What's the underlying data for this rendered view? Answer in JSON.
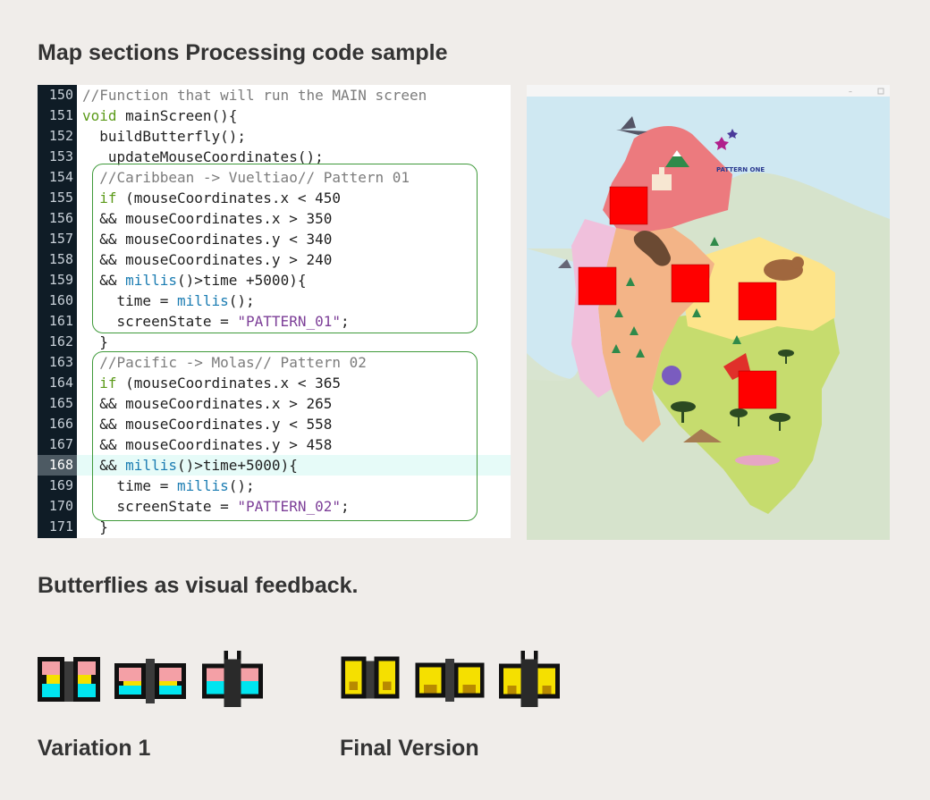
{
  "headings": {
    "code_section": "Map sections Processing code sample",
    "feedback_section": "Butterflies as visual feedback."
  },
  "code": {
    "lines": [
      {
        "n": "150",
        "parts": [
          [
            "cm",
            "//Function that will run the MAIN screen"
          ]
        ]
      },
      {
        "n": "151",
        "parts": [
          [
            "kw",
            "void"
          ],
          [
            "",
            " mainScreen(){"
          ]
        ]
      },
      {
        "n": "152",
        "parts": [
          [
            "",
            "  buildButterfly();"
          ]
        ]
      },
      {
        "n": "153",
        "parts": [
          [
            "",
            "   updateMouseCoordinates();"
          ]
        ]
      },
      {
        "n": "154",
        "parts": [
          [
            "cm",
            "  //Caribbean -> Vueltiao// Pattern 01"
          ]
        ]
      },
      {
        "n": "155",
        "parts": [
          [
            "",
            "  "
          ],
          [
            "kw",
            "if"
          ],
          [
            "",
            " (mouseCoordinates.x < 450"
          ]
        ]
      },
      {
        "n": "156",
        "parts": [
          [
            "",
            "  && mouseCoordinates.x > 350"
          ]
        ]
      },
      {
        "n": "157",
        "parts": [
          [
            "",
            "  && mouseCoordinates.y < 340"
          ]
        ]
      },
      {
        "n": "158",
        "parts": [
          [
            "",
            "  && mouseCoordinates.y > 240"
          ]
        ]
      },
      {
        "n": "159",
        "parts": [
          [
            "",
            "  && "
          ],
          [
            "fn",
            "millis"
          ],
          [
            "",
            "()>time +5000){"
          ]
        ]
      },
      {
        "n": "160",
        "parts": [
          [
            "",
            "    time = "
          ],
          [
            "fn",
            "millis"
          ],
          [
            "",
            "();"
          ]
        ]
      },
      {
        "n": "161",
        "parts": [
          [
            "",
            "    screenState = "
          ],
          [
            "str",
            "\"PATTERN_01\""
          ],
          [
            "",
            ";"
          ]
        ]
      },
      {
        "n": "162",
        "parts": [
          [
            "",
            "  }"
          ]
        ]
      },
      {
        "n": "163",
        "parts": [
          [
            "cm",
            "  //Pacific -> Molas// Pattern 02"
          ]
        ]
      },
      {
        "n": "164",
        "parts": [
          [
            "",
            "  "
          ],
          [
            "kw",
            "if"
          ],
          [
            "",
            " (mouseCoordinates.x < 365"
          ]
        ]
      },
      {
        "n": "165",
        "parts": [
          [
            "",
            "  && mouseCoordinates.x > 265"
          ]
        ]
      },
      {
        "n": "166",
        "parts": [
          [
            "",
            "  && mouseCoordinates.y < 558"
          ]
        ]
      },
      {
        "n": "167",
        "parts": [
          [
            "",
            "  && mouseCoordinates.y > 458"
          ]
        ]
      },
      {
        "n": "168",
        "parts": [
          [
            "",
            "  && "
          ],
          [
            "fn",
            "millis"
          ],
          [
            "",
            "()>time+5000){"
          ]
        ]
      },
      {
        "n": "169",
        "parts": [
          [
            "",
            "    time = "
          ],
          [
            "fn",
            "millis"
          ],
          [
            "",
            "();"
          ]
        ]
      },
      {
        "n": "170",
        "parts": [
          [
            "",
            "    screenState = "
          ],
          [
            "str",
            "\"PATTERN_02\""
          ],
          [
            "",
            ";"
          ]
        ]
      },
      {
        "n": "171",
        "parts": [
          [
            "",
            "  }"
          ]
        ]
      }
    ],
    "active_line": "168"
  },
  "map": {
    "label": "PATTERN ONE"
  },
  "butterflies": {
    "variation_caption": "Variation 1",
    "final_caption": "Final Version"
  },
  "colors": {
    "page_bg": "#f0edea",
    "editor_gutter": "#0f1c26",
    "box_border": "#3f9a3a",
    "hotspot": "#ff0000",
    "variation_pink": "#f4a0a6",
    "variation_cyan": "#00e5f0",
    "final_yellow": "#f5e000"
  }
}
